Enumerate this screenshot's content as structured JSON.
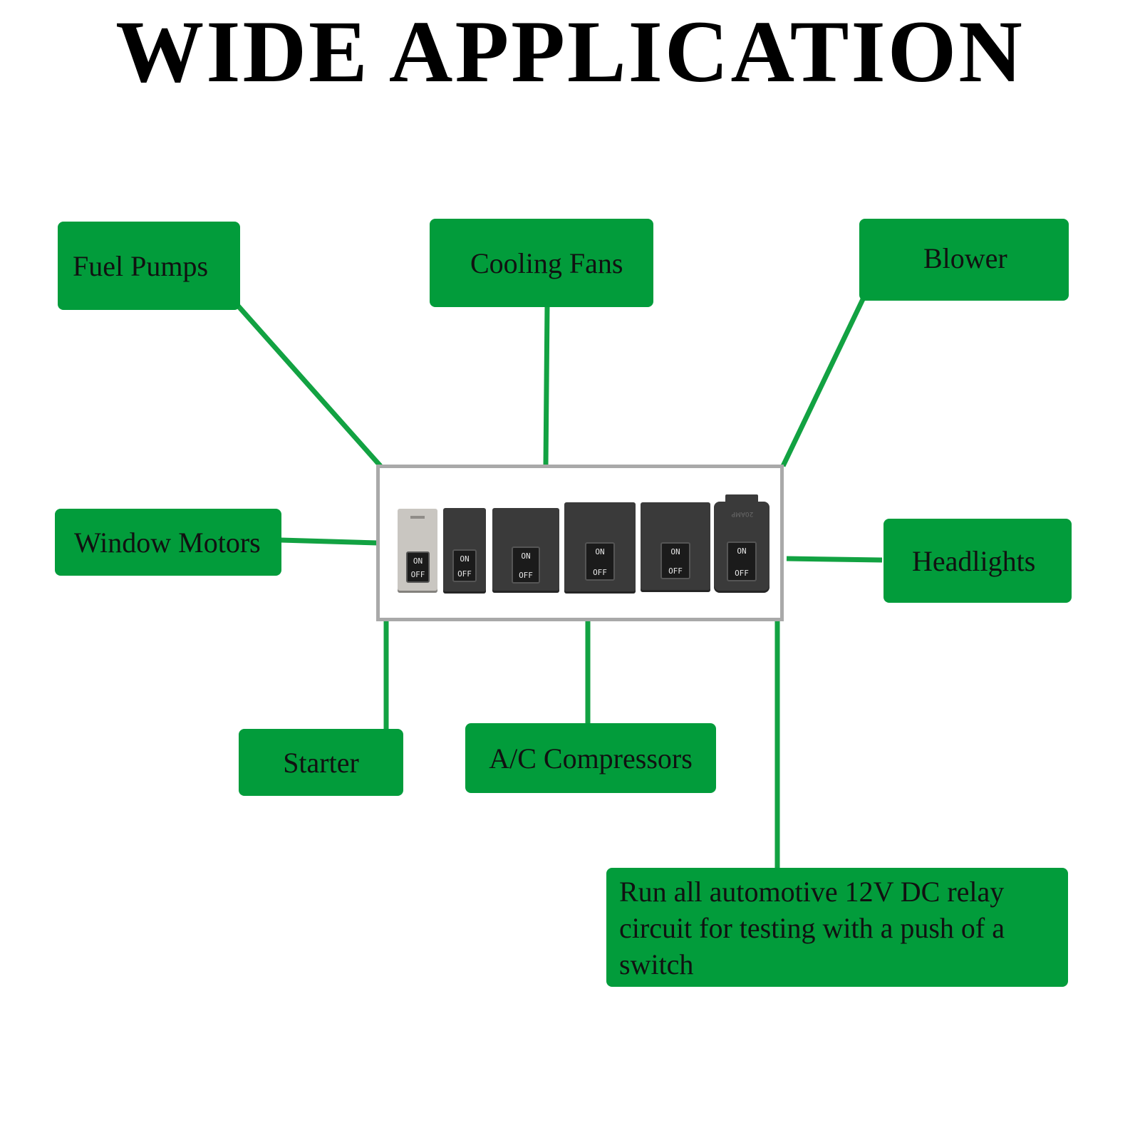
{
  "title": "WIDE APPLICATION",
  "applications": {
    "fuel_pumps": "Fuel Pumps",
    "cooling_fans": "Cooling Fans",
    "blower": "Blower",
    "window_motors": "Window Motors",
    "headlights": "Headlights",
    "starter": "Starter",
    "ac_compressors": "A/C Compressors",
    "description": "Run all automotive 12V DC relay circuit for testing with a push of a switch"
  },
  "switch_labels": {
    "on": "ON",
    "off": "OFF"
  },
  "relay_marking": "20AMP",
  "colors": {
    "box_green": "#029c3b",
    "connector_green": "#12a242",
    "frame_grey": "#a9a9a9"
  }
}
